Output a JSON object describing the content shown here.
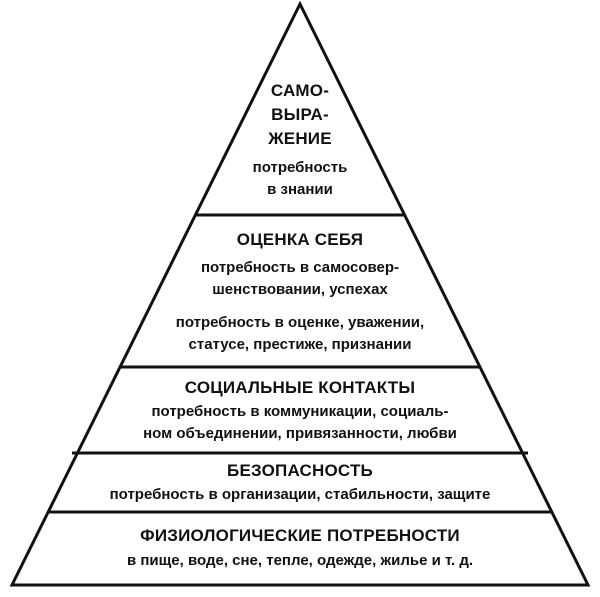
{
  "diagram": {
    "levels": [
      {
        "heading_lines": [
          "САМО-",
          "ВЫРА-",
          "ЖЕНИЕ"
        ],
        "sub_lines": [
          "потребность",
          "в знании"
        ]
      },
      {
        "heading_lines": [
          "ОЦЕНКА СЕБЯ"
        ],
        "sub_lines": [
          "потребность в самосовер-",
          "шенствовании, успехах",
          "потребность в оценке, уважении,",
          "статусе, престиже, признании"
        ]
      },
      {
        "heading_lines": [
          "СОЦИАЛЬНЫЕ КОНТАКТЫ"
        ],
        "sub_lines": [
          "потребность в коммуникации, социаль-",
          "ном объединении, привязанности, любви"
        ]
      },
      {
        "heading_lines": [
          "БЕЗОПАСНОСТЬ"
        ],
        "sub_lines": [
          "потребность в организации, стабильности, защите"
        ]
      },
      {
        "heading_lines": [
          "ФИЗИОЛОГИЧЕСКИЕ ПОТРЕБНОСТИ"
        ],
        "sub_lines": [
          "в пище, воде, сне, тепле, одежде, жилье и т. д."
        ]
      }
    ],
    "colors": {
      "outline": "#111111",
      "fill": "#ffffff",
      "text": "#111111"
    }
  }
}
